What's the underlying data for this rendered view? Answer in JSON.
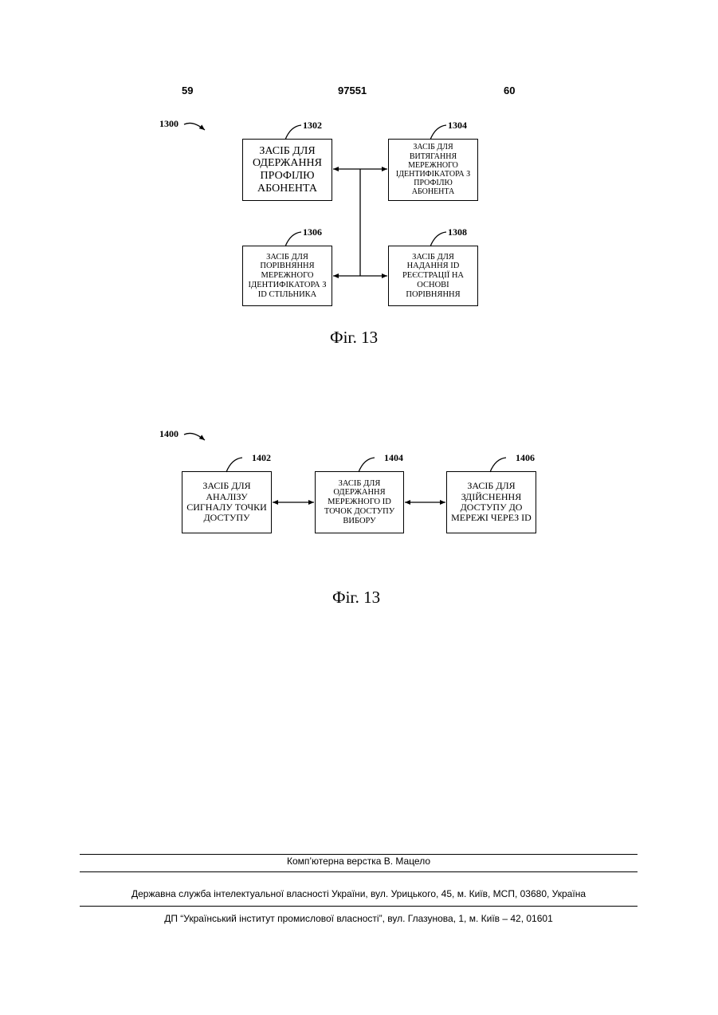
{
  "header": {
    "page_left": "59",
    "patent_number": "97551",
    "page_right": "60"
  },
  "diagram1": {
    "ref": "1300",
    "blocks": [
      {
        "ref": "1302",
        "text": "ЗАСІБ ДЛЯ\nОДЕРЖАННЯ\nПРОФІЛЮ\nАБОНЕНТА"
      },
      {
        "ref": "1304",
        "text": "ЗАСІБ ДЛЯ\nВИТЯГАННЯ\nМЕРЕЖНОГО\nІДЕНТИФІКАТОРА З\nПРОФІЛЮ АБОНЕНТА"
      },
      {
        "ref": "1306",
        "text": "ЗАСІБ ДЛЯ\nПОРІВНЯННЯ\nМЕРЕЖНОГО\nІДЕНТИФІКАТОРА З\nID СТІЛЬНИКА"
      },
      {
        "ref": "1308",
        "text": "ЗАСІБ ДЛЯ\nНАДАННЯ ID\nРЕЄСТРАЦІЇ НА\nОСНОВІ\nПОРІВНЯННЯ"
      }
    ],
    "caption": "Фіг. 13"
  },
  "diagram2": {
    "ref": "1400",
    "blocks": [
      {
        "ref": "1402",
        "text": "ЗАСІБ ДЛЯ\nАНАЛІЗУ\nСИГНАЛУ ТОЧКИ\nДОСТУПУ"
      },
      {
        "ref": "1404",
        "text": "ЗАСІБ ДЛЯ\nОДЕРЖАННЯ\nМЕРЕЖНОГО ID\nТОЧОК ДОСТУПУ\nВИБОРУ"
      },
      {
        "ref": "1406",
        "text": "ЗАСІБ ДЛЯ\nЗДІЙСНЕННЯ\nДОСТУПУ ДО\nМЕРЕЖІ ЧЕРЕЗ ID"
      }
    ],
    "caption": "Фіг. 13"
  },
  "footer": {
    "layout_credit": "Комп’ютерна верстка В. Мацело",
    "office": "Державна служба інтелектуальної власності України, вул. Урицького, 45, м. Київ, МСП, 03680, Україна",
    "institute": "ДП “Український інститут промислової власності”, вул. Глазунова, 1, м. Київ – 42, 01601"
  }
}
